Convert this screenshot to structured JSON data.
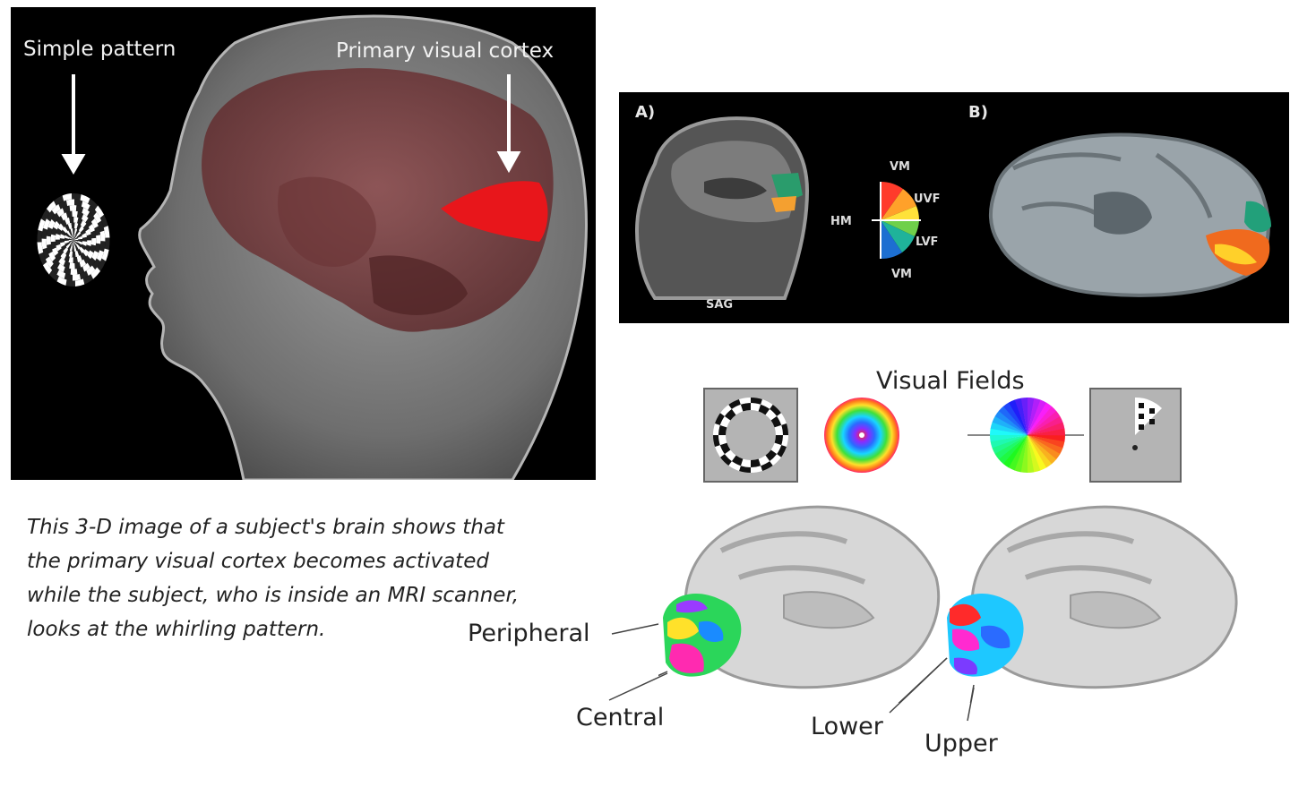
{
  "left_panel": {
    "label_pattern": "Simple pattern",
    "label_cortex": "Primary visual cortex"
  },
  "ab_panel": {
    "label_a": "A)",
    "label_b": "B)",
    "scan_label": "SAG",
    "field_labels": {
      "top": "VM",
      "upper": "UVF",
      "middle": "HM",
      "lower": "LVF",
      "bottom": "VM"
    }
  },
  "caption_lines": [
    "This 3-D image of a subject's brain shows that",
    "the primary visual cortex becomes activated",
    "while the subject, who is inside an MRI scanner,",
    "looks at the whirling pattern."
  ],
  "visual_fields": {
    "title": "Visual Fields"
  },
  "brain_labels": {
    "peripheral": "Peripheral",
    "central": "Central",
    "lower": "Lower",
    "upper": "Upper"
  },
  "colors": {
    "background": "#ffffff",
    "panel_bg": "#000000",
    "cortex_highlight": "#e8161b",
    "brain_overlay": "#7a3a3c",
    "caption_text": "#222222"
  }
}
